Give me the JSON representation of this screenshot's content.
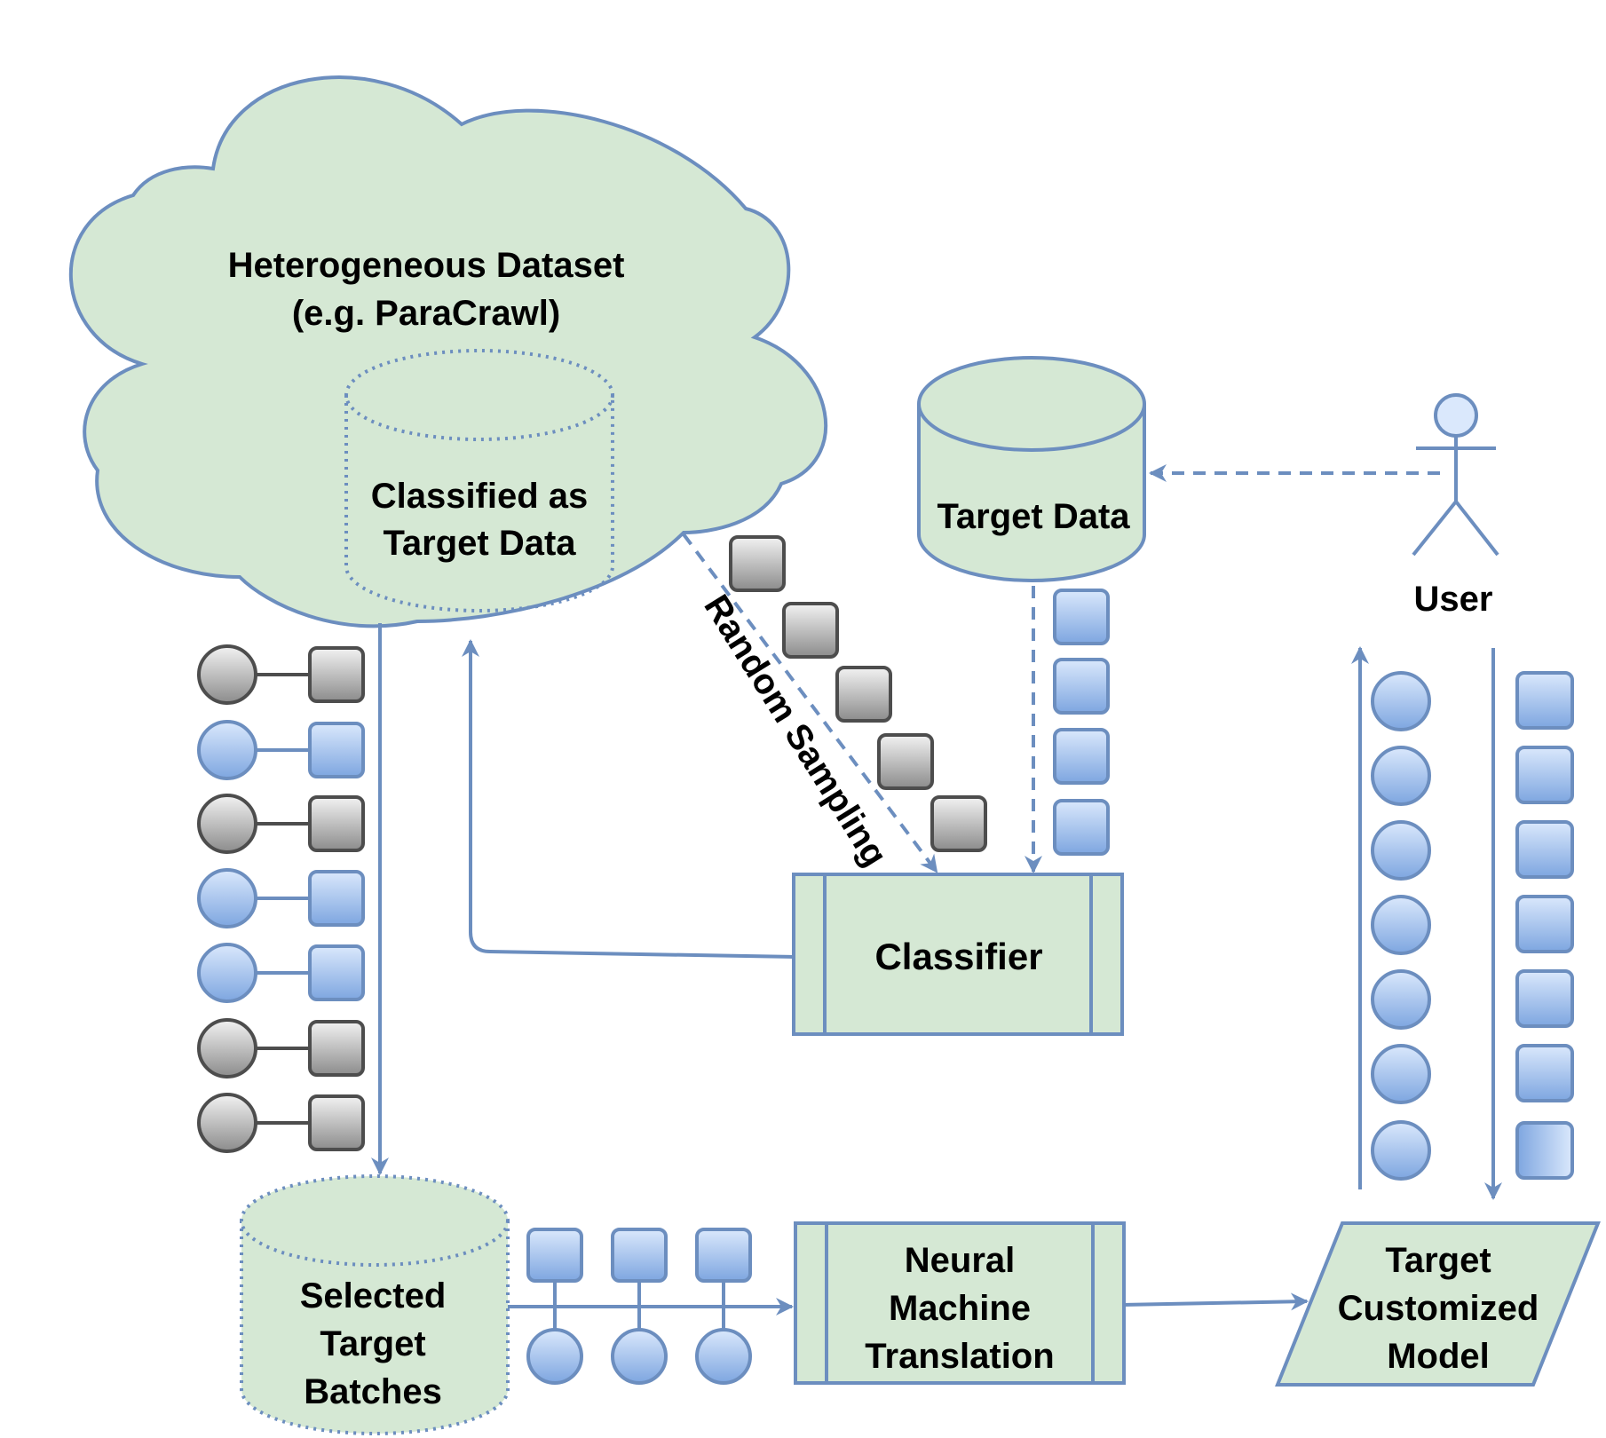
{
  "nodes": {
    "cloud": {
      "line1": "Heterogeneous Dataset",
      "line2": "(e.g. ParaCrawl)"
    },
    "classified": {
      "line1": "Classified as",
      "line2": "Target Data"
    },
    "target_data": {
      "label": "Target Data"
    },
    "user": {
      "label": "User"
    },
    "classifier": {
      "label": "Classifier"
    },
    "selected": {
      "line1": "Selected",
      "line2": "Target",
      "line3": "Batches"
    },
    "nmt": {
      "line1": "Neural",
      "line2": "Machine",
      "line3": "Translation"
    },
    "model": {
      "line1": "Target",
      "line2": "Customized",
      "line3": "Model"
    }
  },
  "edges": {
    "random_sampling": "Random Sampling"
  },
  "colors": {
    "stroke": "#6c8ebf",
    "fill_green": "#d5e8d4",
    "gray_dark": "#666666",
    "gray_fill": "#999999",
    "blue_fill": "#7ea6e0"
  }
}
